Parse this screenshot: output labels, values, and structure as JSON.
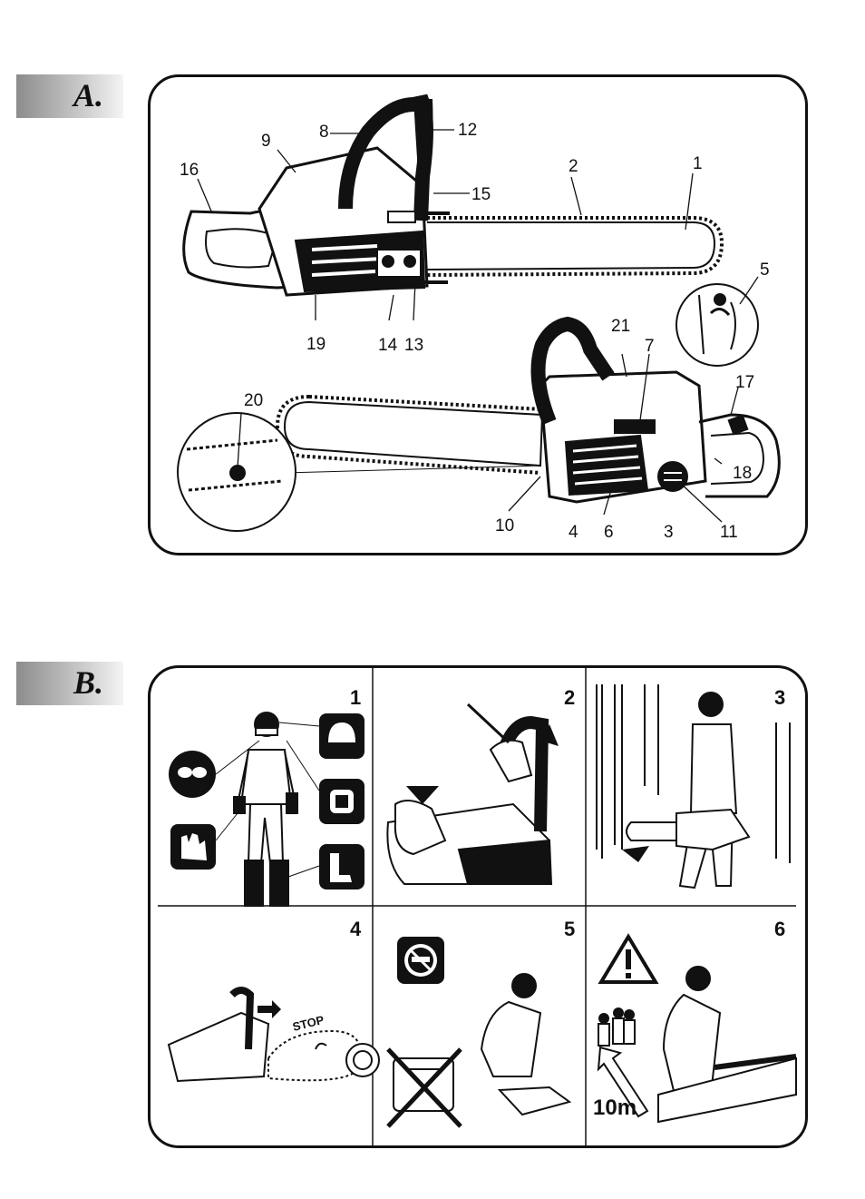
{
  "sections": {
    "a": {
      "label": "A."
    },
    "b": {
      "label": "B."
    }
  },
  "figure_a": {
    "callouts": [
      "1",
      "2",
      "3",
      "4",
      "5",
      "6",
      "7",
      "8",
      "9",
      "10",
      "11",
      "12",
      "13",
      "14",
      "15",
      "16",
      "17",
      "18",
      "19",
      "20",
      "21"
    ]
  },
  "figure_b": {
    "cells": [
      {
        "number": "1",
        "icons": [
          "goggles-icon",
          "helmet-icon",
          "gloves-icon",
          "ear-protection-icon",
          "boots-icon"
        ]
      },
      {
        "number": "2"
      },
      {
        "number": "3"
      },
      {
        "number": "4",
        "sign": "STOP"
      },
      {
        "number": "5",
        "icons": [
          "no-smoking-icon"
        ]
      },
      {
        "number": "6",
        "icons": [
          "warning-triangle-icon"
        ],
        "distance": "10m"
      }
    ]
  }
}
